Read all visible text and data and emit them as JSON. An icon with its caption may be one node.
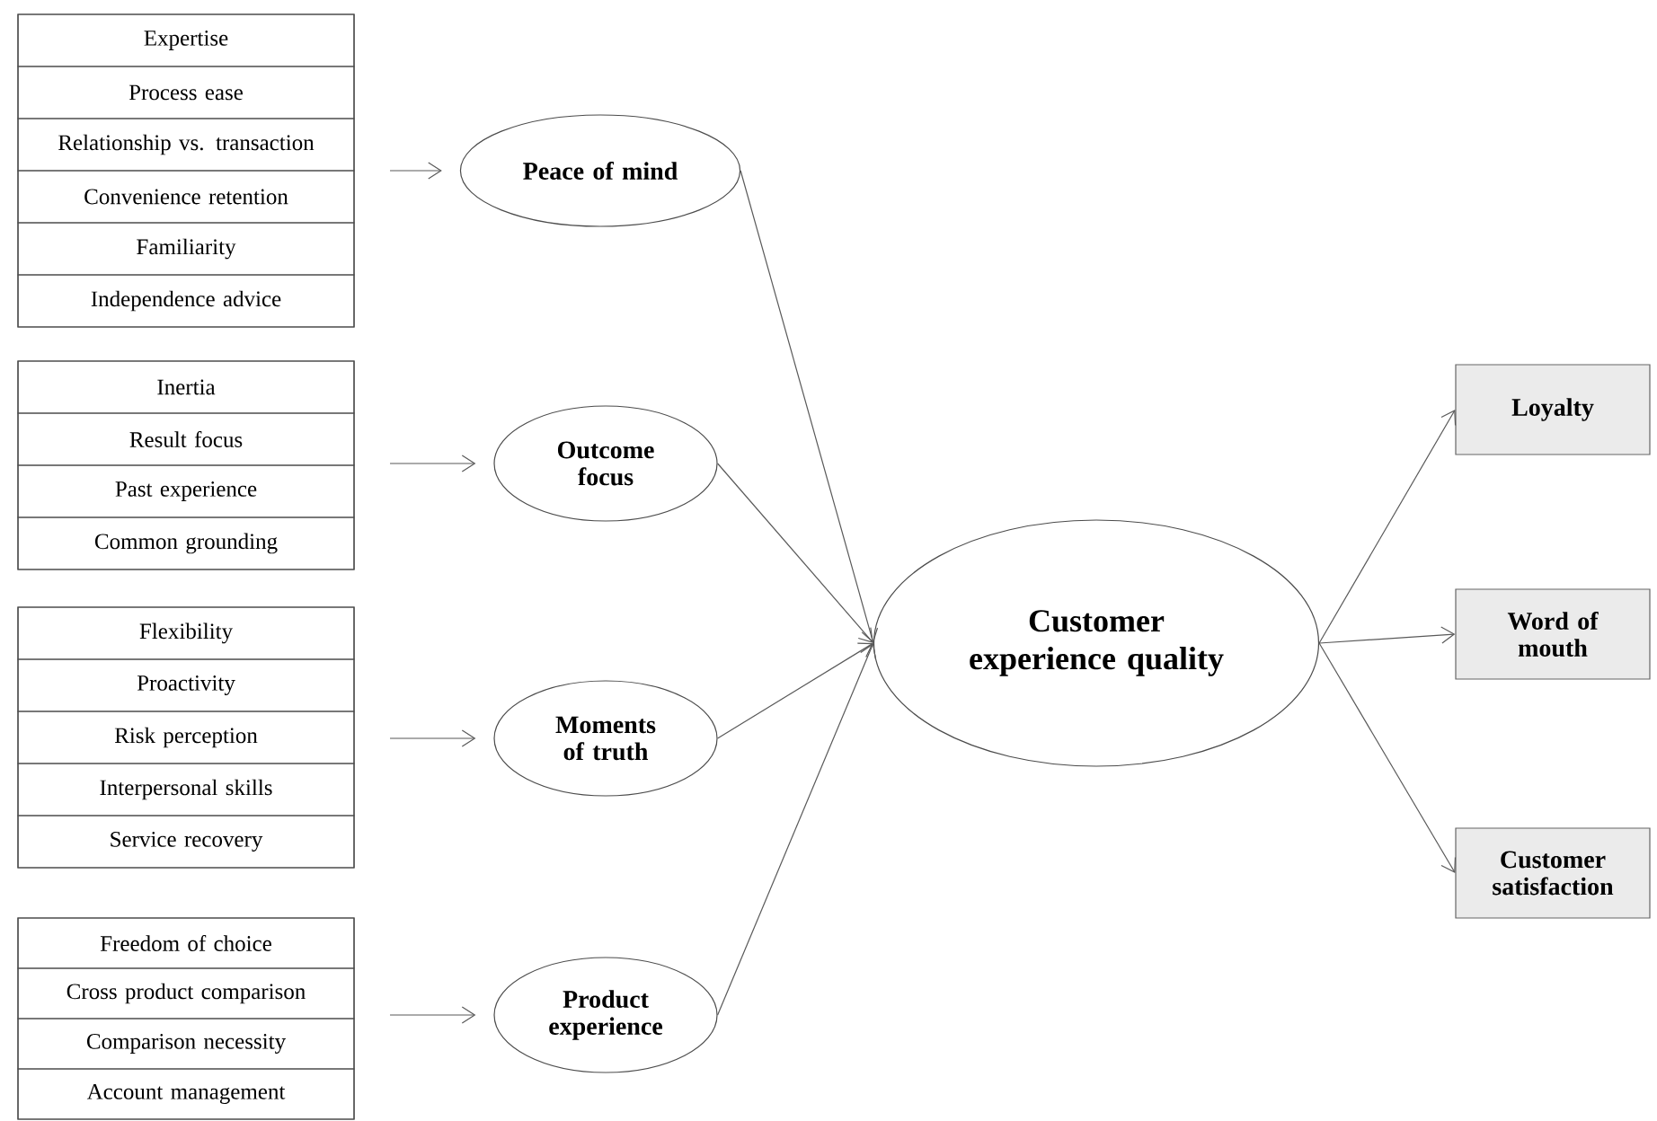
{
  "diagram": {
    "nodes": [
      {
        "text": [],
        "shape": "box"
      },
      {
        "text": [
          "Expertise"
        ],
        "in": 0
      },
      {
        "text": [
          "Process ease"
        ],
        "in": 0
      },
      {
        "text": [
          "Relationship vs. transaction"
        ],
        "in": 0
      },
      {
        "text": [
          "Convenience retention"
        ],
        "in": 0
      },
      {
        "text": [
          "Familiarity"
        ],
        "in": 0
      },
      {
        "text": [
          "Independence advice"
        ],
        "in": 0
      },
      {
        "text": [
          "Peace of mind"
        ]
      },
      {
        "text": [],
        "shape": "box"
      },
      {
        "text": [
          "Inertia"
        ],
        "in": 8
      },
      {
        "text": [
          "Result focus"
        ],
        "in": 8
      },
      {
        "text": [
          "Past experience"
        ],
        "in": 8
      },
      {
        "text": [
          "Common grounding"
        ],
        "in": 8
      },
      {
        "text": [
          "Outcome focus"
        ]
      },
      {
        "text": [],
        "shape": "box"
      },
      {
        "text": [
          "Flexibility"
        ],
        "in": 14
      },
      {
        "text": [
          "Proactivity"
        ],
        "in": 14
      },
      {
        "text": [
          "Risk perception"
        ],
        "in": 14
      },
      {
        "text": [
          "Interpersonal skills"
        ],
        "in": 14
      },
      {
        "text": [
          "Service recovery"
        ],
        "in": 14
      },
      {
        "text": [
          "Moments of truth"
        ]
      },
      {
        "text": [],
        "shape": "box"
      },
      {
        "text": [
          "Freedom of choice"
        ],
        "in": 21
      },
      {
        "text": [
          "Cross product comparison"
        ],
        "in": 21
      },
      {
        "text": [
          "Comparison necessity"
        ],
        "in": 21
      },
      {
        "text": [
          "Account management"
        ],
        "in": 21
      },
      {
        "text": [
          "Product experience"
        ]
      },
      {
        "text": [
          "Customer experience quality"
        ]
      },
      {
        "text": [
          "Loyalty"
        ]
      },
      {
        "text": [
          "Word of mouth"
        ]
      },
      {
        "text": [
          "Customer satisfaction"
        ]
      }
    ],
    "edges": [
      {
        "from": 0,
        "to": 7,
        "arrow": "to"
      },
      {
        "from": 8,
        "to": 13,
        "arrow": "to"
      },
      {
        "from": 14,
        "to": 20,
        "arrow": "to"
      },
      {
        "from": 21,
        "to": 26,
        "arrow": "to"
      },
      {
        "from": 7,
        "to": 27,
        "arrow": "to"
      },
      {
        "from": 13,
        "to": 27,
        "arrow": "to"
      },
      {
        "from": 20,
        "to": 27,
        "arrow": "to"
      },
      {
        "from": 26,
        "to": 27,
        "arrow": "to"
      },
      {
        "from": 27,
        "to": 28,
        "arrow": "to"
      },
      {
        "from": 27,
        "to": 29,
        "arrow": "to"
      },
      {
        "from": 27,
        "to": 30,
        "arrow": "to"
      }
    ]
  }
}
